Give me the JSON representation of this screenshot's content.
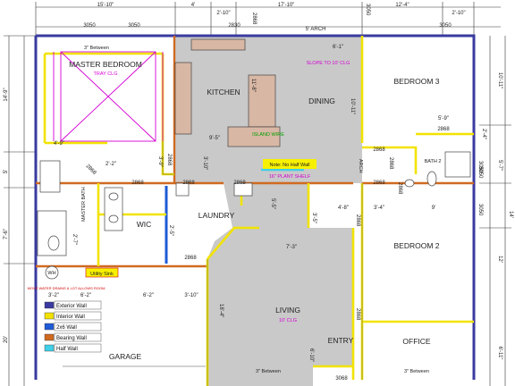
{
  "colors": {
    "floor": "#c9c9c9",
    "exterior_wall": "#3a3aa0",
    "interior_wall": "#f2e300",
    "wall_2x6": "#1e5bd6",
    "bearing_wall": "#d06a20",
    "half_wall": "#3fd0e8",
    "annotation_magenta": "#d400d4",
    "note_red": "#d00000",
    "note_green": "#00a000"
  },
  "rooms": {
    "master_bedroom": "MASTER BEDROOM",
    "master_ceiling": "TRAY CLG",
    "kitchen": "KITCHEN",
    "dining": "DINING",
    "bedroom3": "BEDROOM 3",
    "master_bath": "MASTER BATH",
    "wic": "WIC",
    "laundry": "LAUNDRY",
    "bath2": "BATH 2",
    "bedroom2": "BEDROOM 2",
    "living": "LIVING",
    "living_ceiling": "10' CLG",
    "entry": "ENTRY",
    "office": "OFFICE",
    "garage": "GARAGE",
    "arch": "ARCH"
  },
  "notes": {
    "between_top": "3\" Between",
    "between_left": "3\" Between",
    "between_right": "3\" Between",
    "slope": "SLOPE TO 10' CLG",
    "island_wire": "ISLAND WIRE",
    "no_half_wall": "Note: No Half Wall",
    "plant_shelf": "16\" PLANT SHELF",
    "utility_sink": "Utility Sink",
    "move_water": "MOVE WATER DRAINS & LOT ALLOWS ROOM",
    "arch_top": "5' ARCH",
    "wh": "WH"
  },
  "dimensions": {
    "top_15_10": "15'-10\"",
    "top_4": "4'",
    "top_2_10": "2'-10\"",
    "top_17_10": "17'-10\"",
    "top_12_4": "12'-4\"",
    "top_2_10b": "2'-10\"",
    "w3050a": "3050",
    "w3050b": "3050",
    "w2830": "2830",
    "w2868top": "2868",
    "w3050c": "3050",
    "w3050d": "3050",
    "w3050e": "3050",
    "left_14_9": "14'-9\"",
    "left_4_9": "4'-9\"",
    "left_5": "5'",
    "left_7_6": "7'-6\"",
    "left_20": "20'",
    "right_10_11": "10'-11\"",
    "right_2_4": "2'-4\"",
    "right_5_7": "5'-7\"",
    "right_12": "12'",
    "right_14": "14'",
    "right_6_11": "6'-11\"",
    "d2_2": "2'-2\"",
    "d2868_mb": "2868",
    "d2868_bath": "2868",
    "d2868_l1": "2868",
    "d2868_l2": "2868",
    "d2868_k": "2868",
    "d2868_b3": "2868",
    "d2868_b3b": "2868",
    "d2868_b2": "2868",
    "d2868_b2b": "2868",
    "d2868_laun": "2868",
    "d2868_off": "2868",
    "d2868_bath2": "2868",
    "d2868_bath2b": "2868",
    "d3068": "3068",
    "d3050_side": "3050",
    "d3050_side2": "3050",
    "k9_5": "9'-5\"",
    "k11_8": "11'-8\"",
    "k3_9": "3'-9\"",
    "k3_10": "3'-10\"",
    "k5_9": "5'-9\"",
    "k6_1": "6'-1\"",
    "k3_4": "3'-4\"",
    "k4_8": "4'-8\"",
    "k9": "9'",
    "k7_3": "7'-3\"",
    "k6_2": "6'-2\"",
    "k3_10b": "3'-10\"",
    "k10_11": "10'-11\"",
    "k18_4": "18'-4\"",
    "k6_10": "6'-10\"",
    "k3_2": "3'-2\"",
    "k6_2b": "6'-2\"",
    "k2_7": "2'-7\"",
    "k5_5": "5'-5\"",
    "k3_5": "3'-5\"",
    "k2_5": "2'-5\""
  },
  "legend": [
    {
      "label": "Exterior Wall",
      "color": "#3a3aa0"
    },
    {
      "label": "Interior Wall",
      "color": "#f2e300"
    },
    {
      "label": "2x6 Wall",
      "color": "#1e5bd6"
    },
    {
      "label": "Bearing Wall",
      "color": "#d06a20"
    },
    {
      "label": "Half Wall",
      "color": "#3fd0e8"
    }
  ]
}
